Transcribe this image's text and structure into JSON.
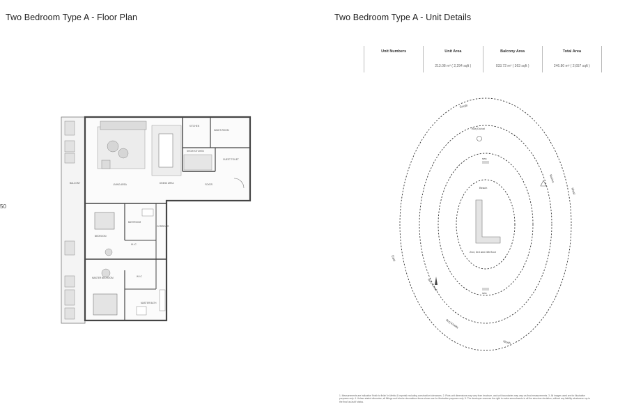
{
  "titles": {
    "floor_plan": "Two Bedroom Type A - Floor Plan",
    "unit_details": "Two Bedroom Type A - Unit Details",
    "side_mark": "50"
  },
  "unit_table": {
    "columns": [
      {
        "header": "Unit Numbers",
        "value": ""
      },
      {
        "header": "Unit Area",
        "value": "213.08 m² ( 2,294 sqft )"
      },
      {
        "header": "Balcony Area",
        "value": "033.72 m² ( 363 sqft )"
      },
      {
        "header": "Total Area",
        "value": "246.80 m² ( 2,657 sqft )"
      }
    ]
  },
  "floor_plan": {
    "rooms": {
      "balcony": "BALCONY",
      "living": "LIVING AREA",
      "dining": "DINING AREA",
      "kitchen": "KITCHEN",
      "foyer": "FOYER",
      "maid": "MAID'S ROOM",
      "show_kitchen": "SHOW KITCHEN",
      "guest_toilet": "GUEST TOILET",
      "bedroom": "BEDROOM",
      "bathroom": "BATHROOM",
      "wic_1": "W.I.C",
      "corridor": "CORRIDOR",
      "master_bedroom": "MASTER BEDROOM",
      "wic_2": "W.I.C",
      "master_bath": "MASTER BATH"
    }
  },
  "orientation": {
    "directions": {
      "south": "South",
      "north": "North",
      "west": "West",
      "east": "East"
    },
    "sights": {
      "burj_dubai": "Burj Dubai",
      "sea_top": "sea",
      "sea_bottom": "sea",
      "marina": "Marina",
      "burj_arab": "Burj Al Arab",
      "burj_khalifa": "Burj Khalifa",
      "beach": "Beach"
    },
    "floors": "2nd, 3rd and 4th floor"
  },
  "footnote": "1. Measurements are indicative 'finish to finish' in Metric & Imperial excluding construction tolerances. 2. Plots unit dimensions may vary from brochure, and unit boundaries may vary as final measurements. 3. All images used are for illustrative purposes only. 4. Unless stated otherwise, all fittings and interior decorations items shown are for illustrative purposes only. 5. The developer reserves the right to make amendments in all the structure deviation, without any liability whatsoever up to the final 'as-built' status."
}
